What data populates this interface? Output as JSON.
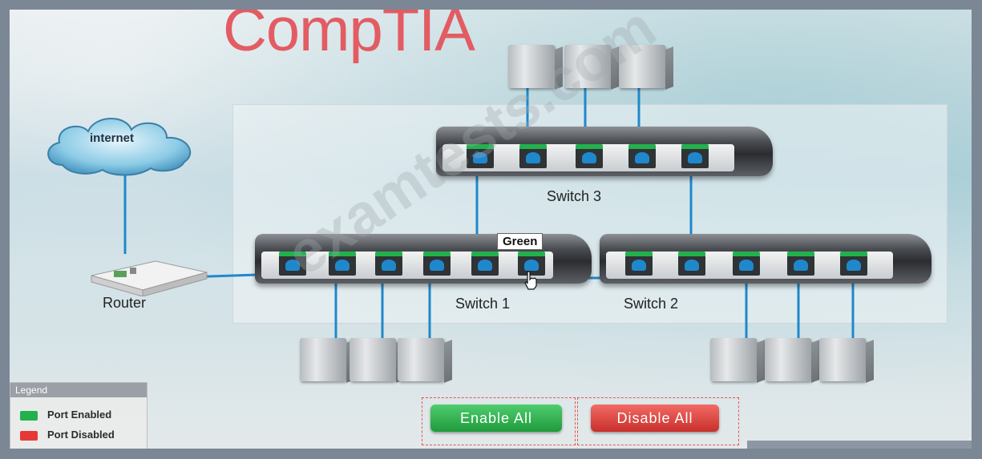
{
  "brand": {
    "logo_text": "CompTIA"
  },
  "cloud": {
    "label": "internet"
  },
  "router": {
    "label": "Router"
  },
  "switches": [
    {
      "id": "switch1",
      "label": "Switch 1"
    },
    {
      "id": "switch2",
      "label": "Switch 2"
    },
    {
      "id": "switch3",
      "label": "Switch 3"
    }
  ],
  "tooltip": {
    "text": "Green"
  },
  "legend": {
    "title": "Legend",
    "enabled_label": "Port Enabled",
    "disabled_label": "Port Disabled"
  },
  "buttons": {
    "enable_all": "Enable All",
    "disable_all": "Disable All"
  },
  "watermark": {
    "text": "examtests.com"
  },
  "colors": {
    "port_enabled": "#23b14d",
    "port_disabled": "#e53935",
    "brand": "#e35c63",
    "cable": "#1f88cc"
  },
  "icons": {
    "cloud": "cloud-icon",
    "router": "router-icon",
    "server": "server-icon",
    "cursor": "hand-pointer-icon"
  }
}
